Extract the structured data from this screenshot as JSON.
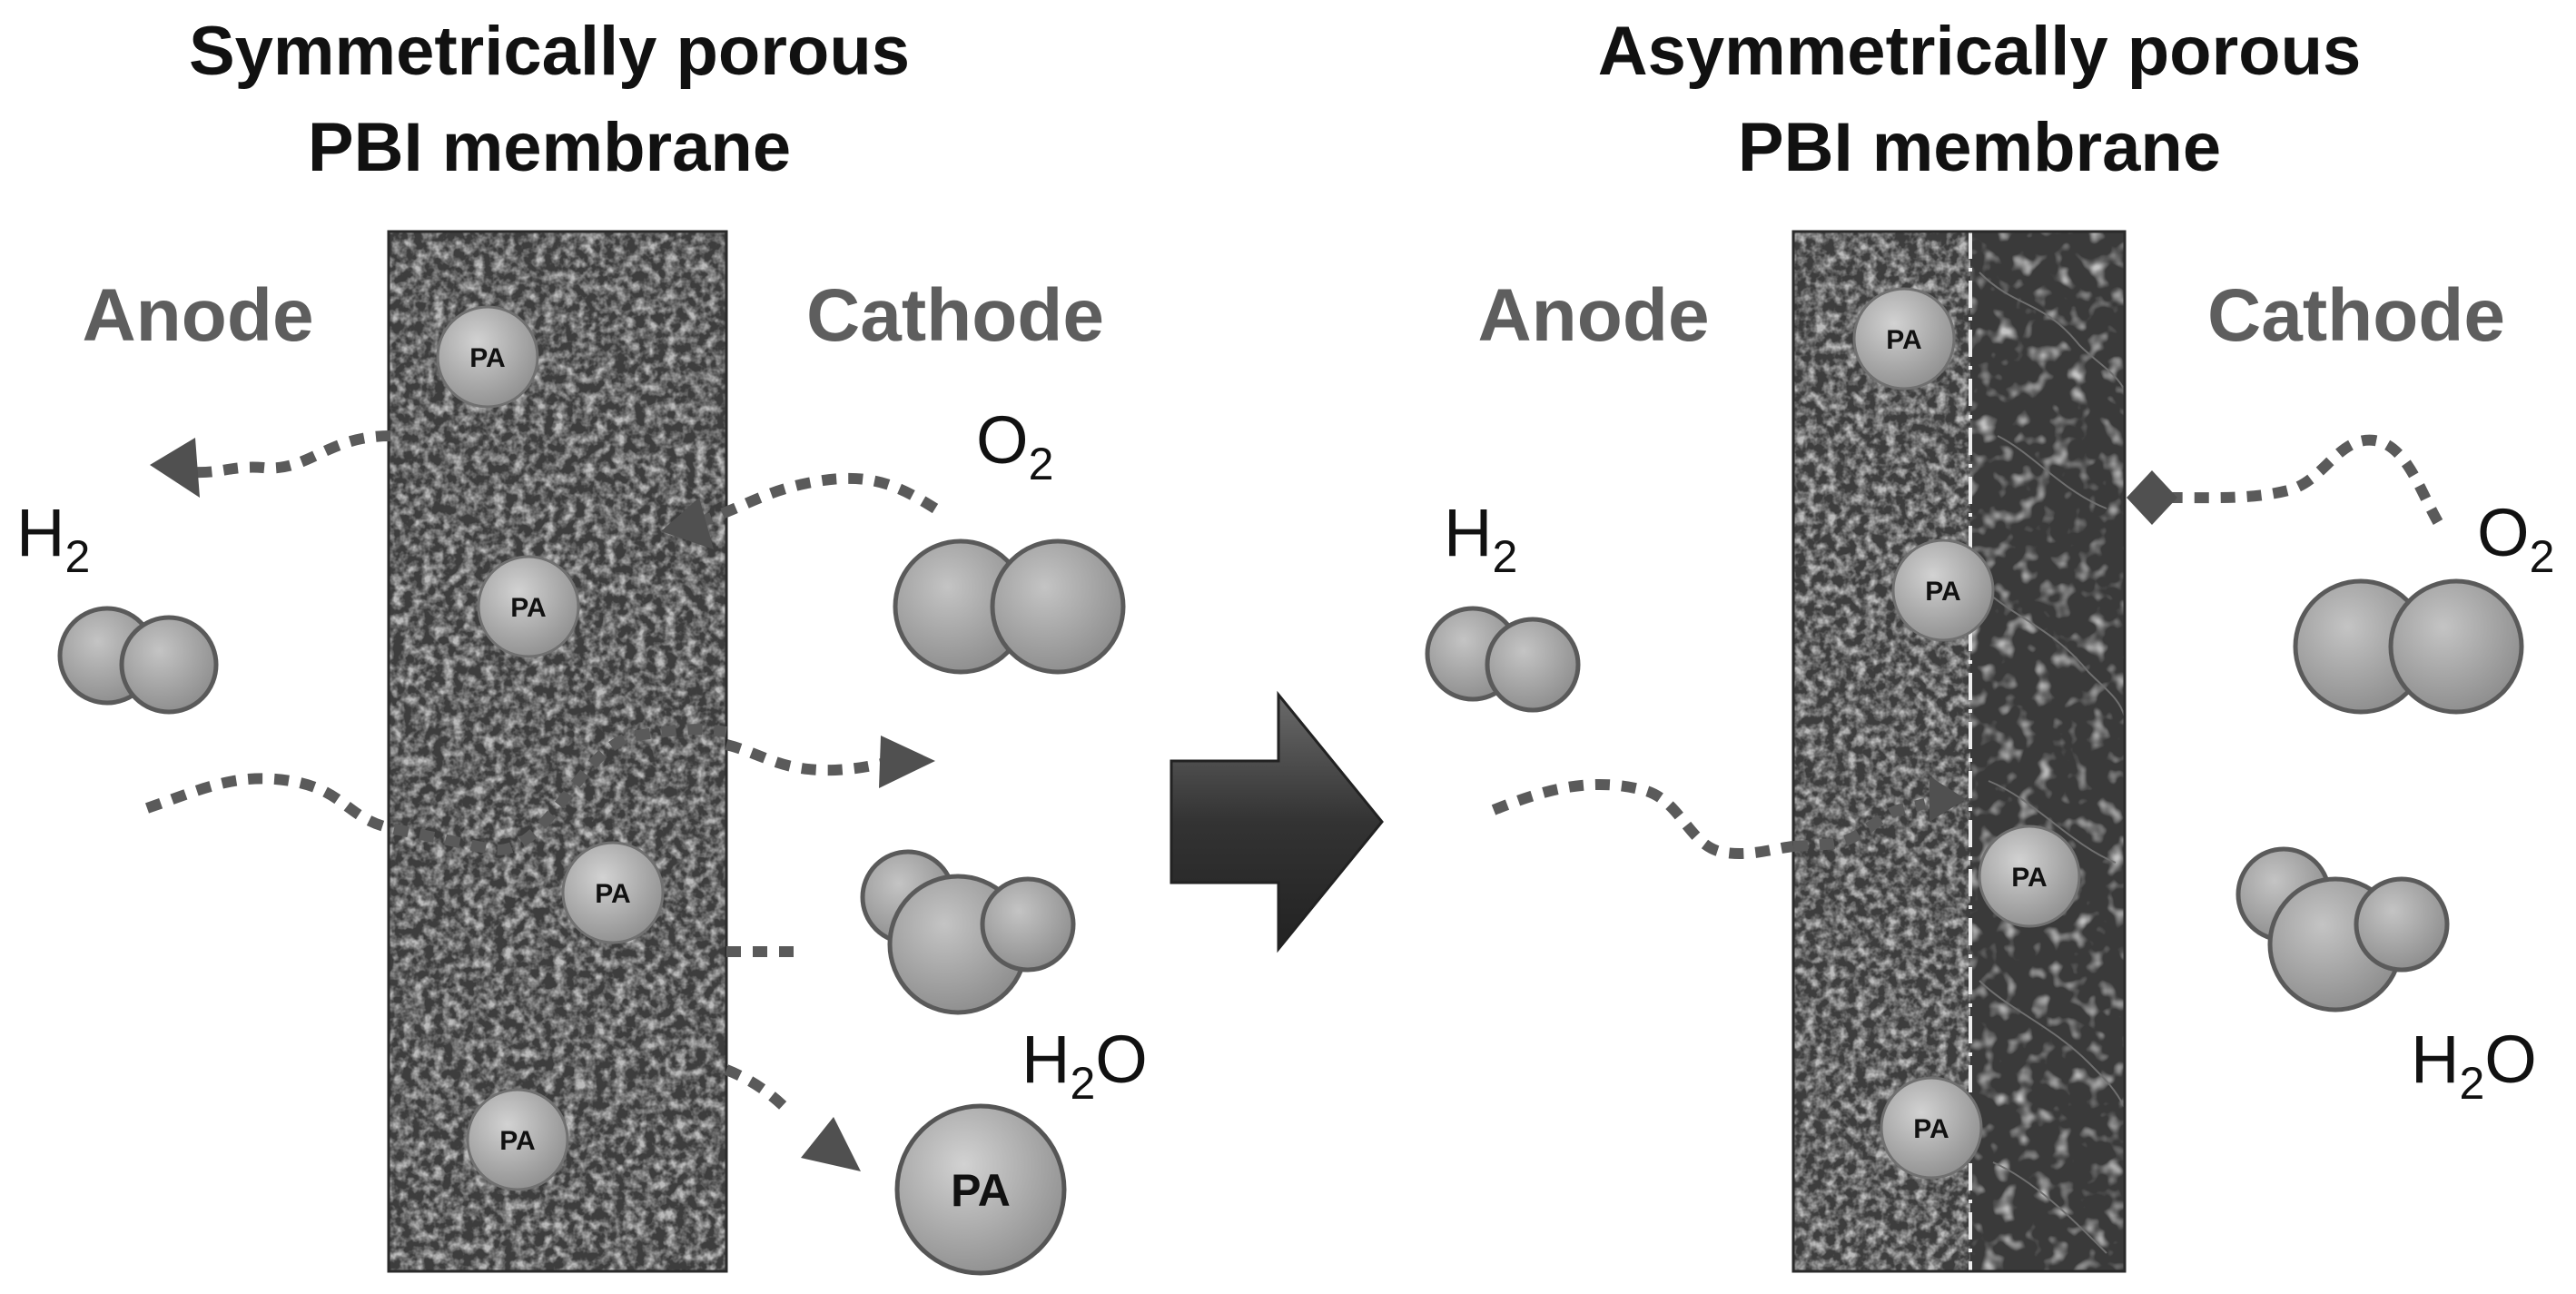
{
  "left_panel": {
    "title_line1": "Symmetrically porous",
    "title_line2": "PBI membrane",
    "anode_label": "Anode",
    "cathode_label": "Cathode",
    "h2": {
      "main": "H",
      "sub": "2"
    },
    "o2": {
      "main": "O",
      "sub": "2"
    },
    "h2o": {
      "pre": "H",
      "sub": "2",
      "post": "O"
    },
    "pa_labels": [
      "PA",
      "PA",
      "PA",
      "PA"
    ],
    "pa_leaked_label": "PA"
  },
  "right_panel": {
    "title_line1": "Asymmetrically porous",
    "title_line2": "PBI membrane",
    "anode_label": "Anode",
    "cathode_label": "Cathode",
    "h2": {
      "main": "H",
      "sub": "2"
    },
    "o2": {
      "main": "O",
      "sub": "2"
    },
    "h2o": {
      "pre": "H",
      "sub": "2",
      "post": "O"
    },
    "pa_labels": [
      "PA",
      "PA",
      "PA",
      "PA"
    ]
  },
  "transition_arrow": {
    "icon": "block-arrow-right-icon",
    "color": "#3a3a3a"
  },
  "colors": {
    "membrane_dark": "#3b3b3b",
    "membrane_light": "#8a8a8a",
    "molecule": "#9a9a9a",
    "arrow": "#5a5a5a",
    "label_gray": "#5e5e5e"
  }
}
